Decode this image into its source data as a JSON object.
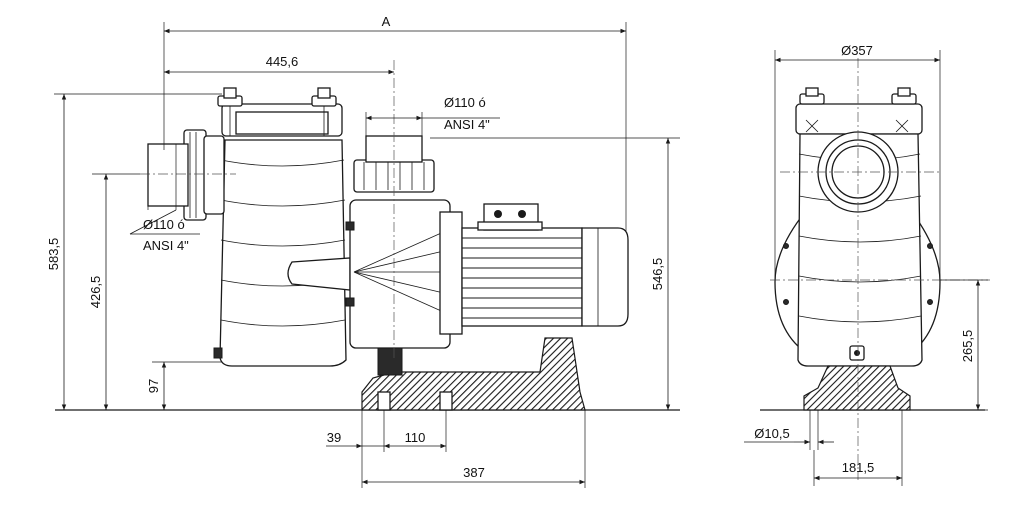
{
  "dimensions": {
    "overall_length": "A",
    "inlet_position": "445,6",
    "outlet_pipe_line1": "Ø110 ó",
    "outlet_pipe_line2": "ANSI 4\"",
    "inlet_pipe_line1": "Ø110 ó",
    "inlet_pipe_line2": "ANSI 4\"",
    "overall_height": "583,5",
    "outlet_height": "546,5",
    "inlet_height": "426,5",
    "drain_height": "97",
    "foot_offset": "39",
    "foot_hole_spacing": "110",
    "base_length": "387",
    "pump_diameter": "Ø357",
    "shaft_height": "265,5",
    "foot_hole_diameter": "Ø10,5",
    "foot_width": "181,5"
  },
  "colors": {
    "line": "#1a1a1a",
    "background": "#ffffff"
  }
}
